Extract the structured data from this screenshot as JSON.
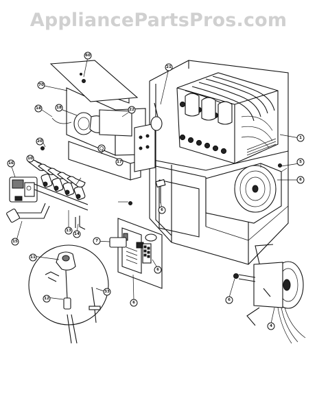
{
  "watermark": "AppliancePartsPros.com",
  "callouts": [
    {
      "id": "c1",
      "label": "1"
    },
    {
      "id": "c4",
      "label": "4"
    },
    {
      "id": "c5",
      "label": "5"
    },
    {
      "id": "c6a",
      "label": "6"
    },
    {
      "id": "c6b",
      "label": "6"
    },
    {
      "id": "c6c",
      "label": "6"
    },
    {
      "id": "c6d",
      "label": "6"
    },
    {
      "id": "c6e",
      "label": "6"
    },
    {
      "id": "c6f",
      "label": "6"
    },
    {
      "id": "c7",
      "label": "7"
    },
    {
      "id": "c10",
      "label": "10"
    },
    {
      "id": "c11",
      "label": "11"
    },
    {
      "id": "c12",
      "label": "12"
    },
    {
      "id": "c13",
      "label": "13"
    },
    {
      "id": "c14",
      "label": "14"
    },
    {
      "id": "c15",
      "label": "15"
    },
    {
      "id": "c16",
      "label": "16"
    },
    {
      "id": "c17",
      "label": "17"
    },
    {
      "id": "c18a",
      "label": "18"
    },
    {
      "id": "c18b",
      "label": "18"
    },
    {
      "id": "c20",
      "label": "20"
    },
    {
      "id": "c21",
      "label": "21"
    },
    {
      "id": "c22",
      "label": "22"
    },
    {
      "id": "c33",
      "label": "33"
    },
    {
      "id": "c60",
      "label": "60"
    },
    {
      "id": "c70",
      "label": "70"
    }
  ]
}
